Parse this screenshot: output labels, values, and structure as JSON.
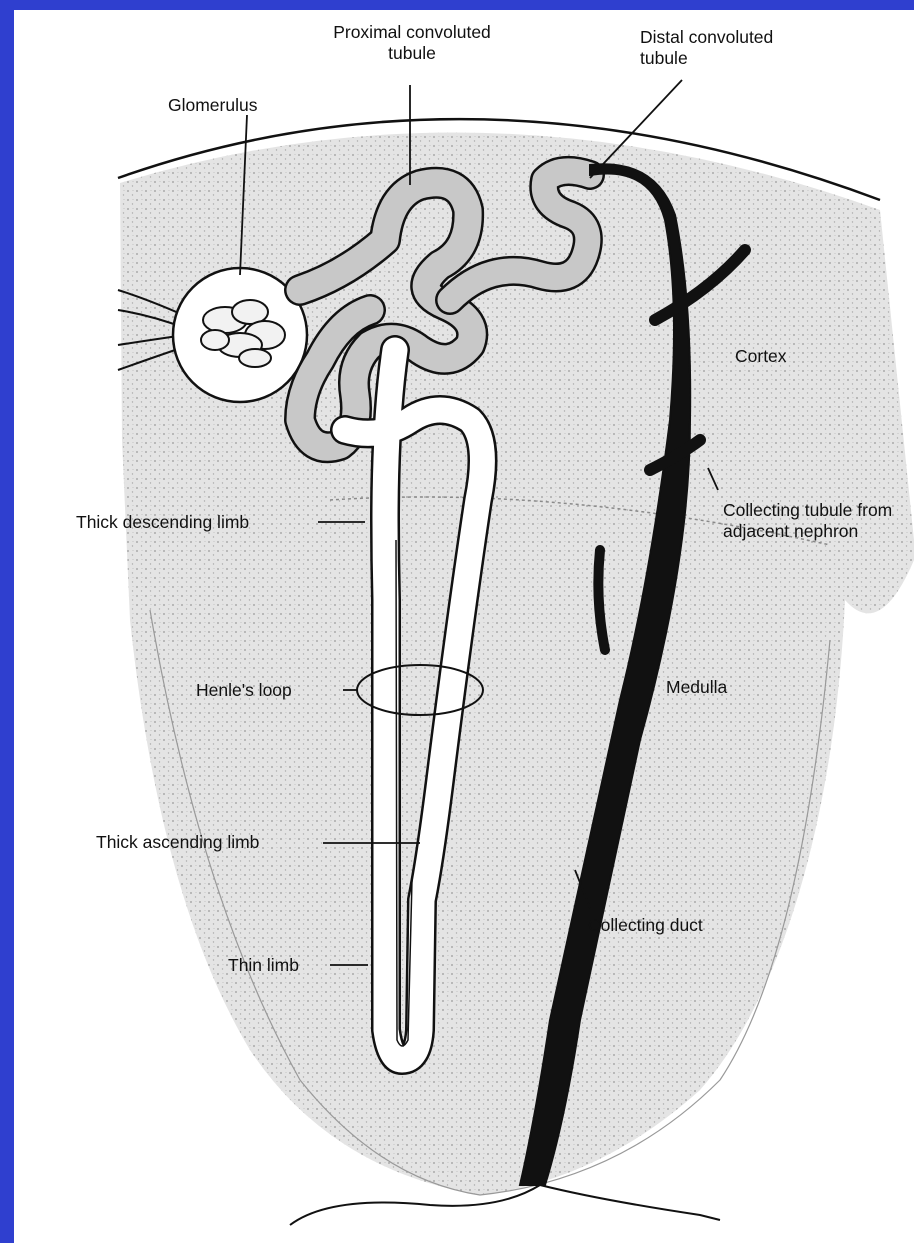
{
  "colors": {
    "frame": "#2f3fcf",
    "paper": "#ffffff",
    "ink": "#111111",
    "tissue": "#e6e6e6"
  },
  "labels": {
    "proximal_convoluted_tubule": "Proximal convoluted\ntubule",
    "distal_convoluted_tubule": "Distal convoluted\ntubule",
    "glomerulus": "Glomerulus",
    "cortex": "Cortex",
    "thick_descending_limb": "Thick descending limb",
    "collecting_tubule": "Collecting tubule from\nadjacent nephron",
    "henles_loop": "Henle's loop",
    "medulla": "Medulla",
    "thick_ascending_limb": "Thick ascending limb",
    "collecting_duct": "Collecting duct",
    "thin_limb": "Thin limb"
  }
}
